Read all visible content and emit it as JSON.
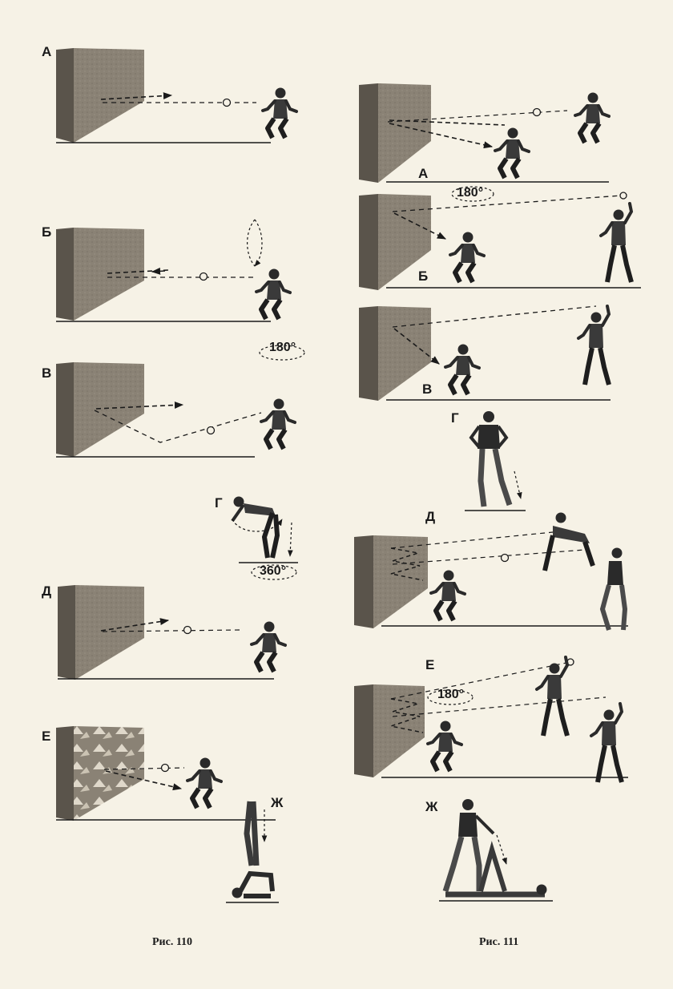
{
  "colors": {
    "paper": "#f6f2e6",
    "wall_face": "#8a8275",
    "wall_edge": "#5a544b",
    "ink": "#1a1a1a"
  },
  "fig110": {
    "caption": "Рис. 110",
    "panels": {
      "a": {
        "label": "А"
      },
      "b": {
        "label": "Б"
      },
      "v": {
        "label": "В",
        "angle": "180°"
      },
      "g": {
        "label": "Г"
      },
      "d": {
        "label": "Д",
        "angle": "360°"
      },
      "e": {
        "label": "Е"
      },
      "zh": {
        "label": "Ж"
      }
    }
  },
  "fig111": {
    "caption": "Рис. 111",
    "panels": {
      "a": {
        "label": "А"
      },
      "b": {
        "label": "Б",
        "angle": "180°"
      },
      "v": {
        "label": "В"
      },
      "g": {
        "label": "Г"
      },
      "d": {
        "label": "Д"
      },
      "e": {
        "label": "Е",
        "angle": "180°"
      },
      "zh": {
        "label": "Ж"
      }
    }
  }
}
